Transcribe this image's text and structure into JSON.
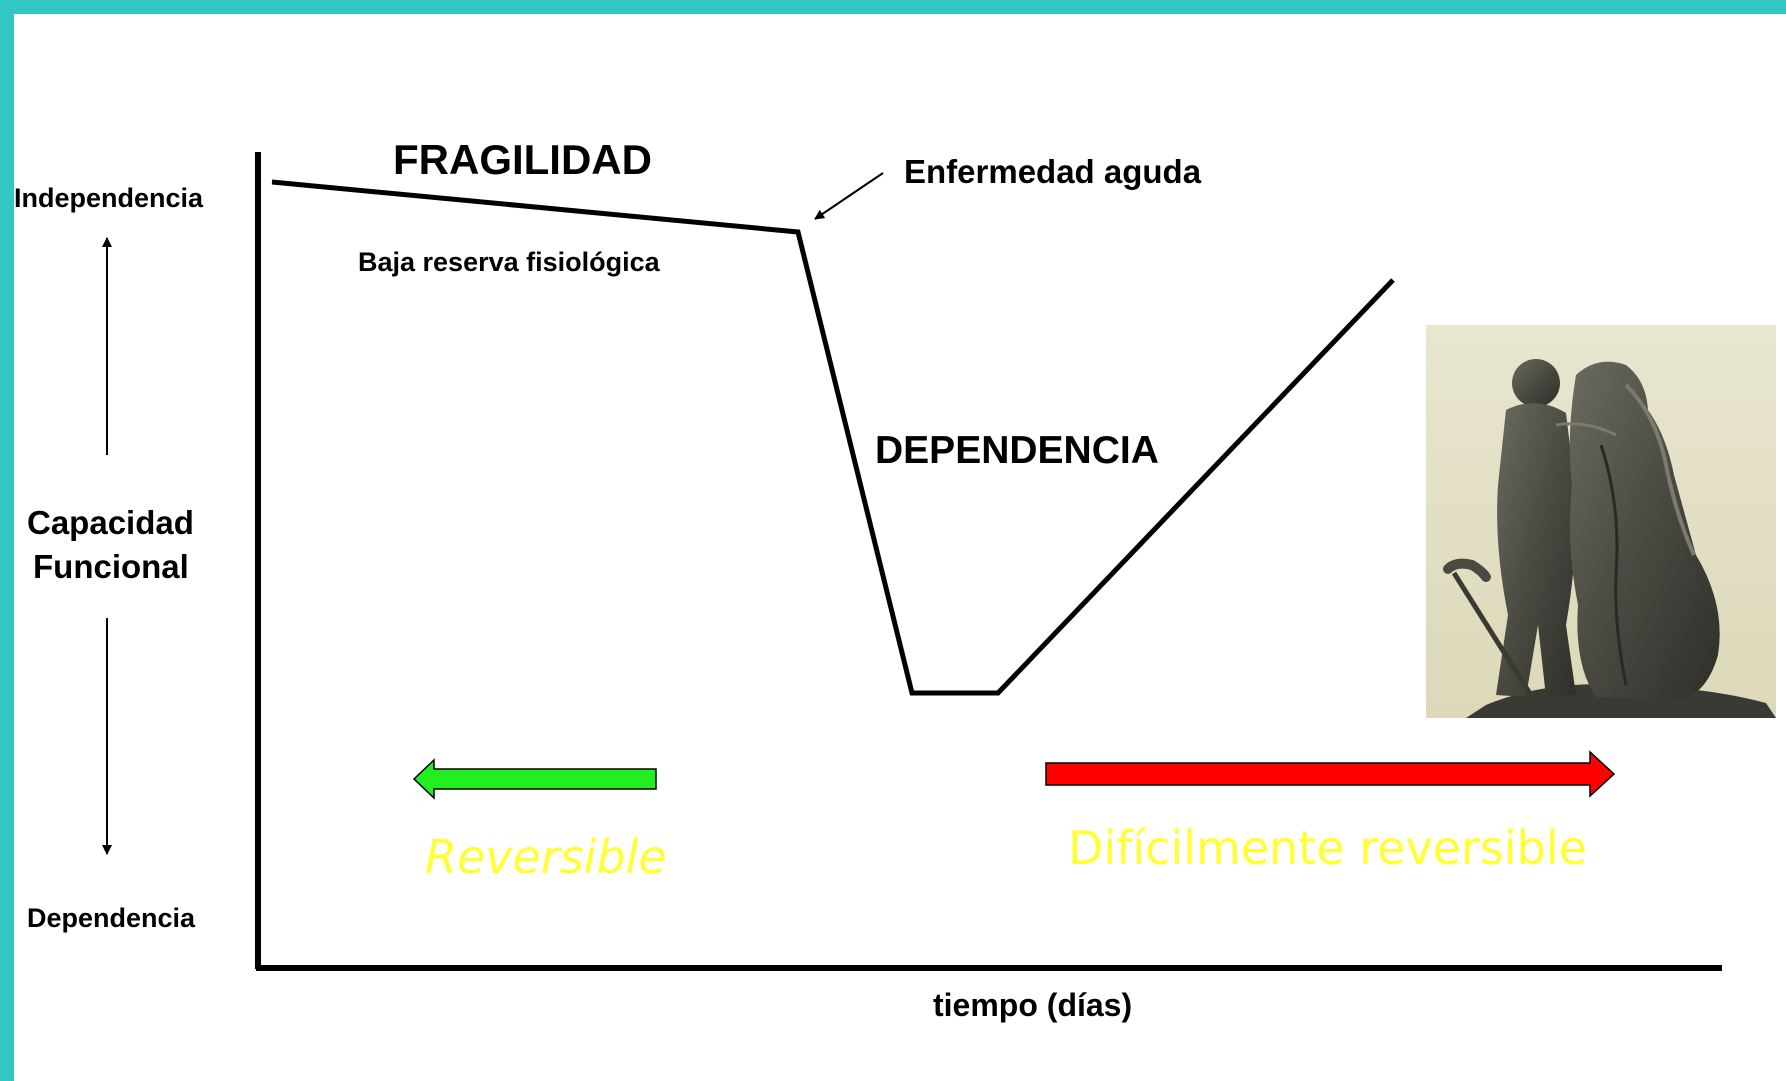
{
  "labels": {
    "independencia": "Independencia",
    "capacidad_line1": "Capacidad",
    "capacidad_line2": "Funcional",
    "dependencia_axis": "Dependencia",
    "fragilidad": "FRAGILIDAD",
    "baja_reserva": "Baja reserva fisiológica",
    "enfermedad_aguda": "Enfermedad aguda",
    "dependencia_curve": "DEPENDENCIA",
    "reversible": "Reversible",
    "dificilmente": "Difícilmente reversible",
    "tiempo": "tiempo (días)"
  },
  "colors": {
    "frame": "#33c6c6",
    "green_arrow": "#22ee22",
    "red_arrow": "#ff0000",
    "yellow_text": "#ffff33",
    "curve": "#000000"
  },
  "image": {
    "icon": "elderly-couple-statue-photo"
  }
}
